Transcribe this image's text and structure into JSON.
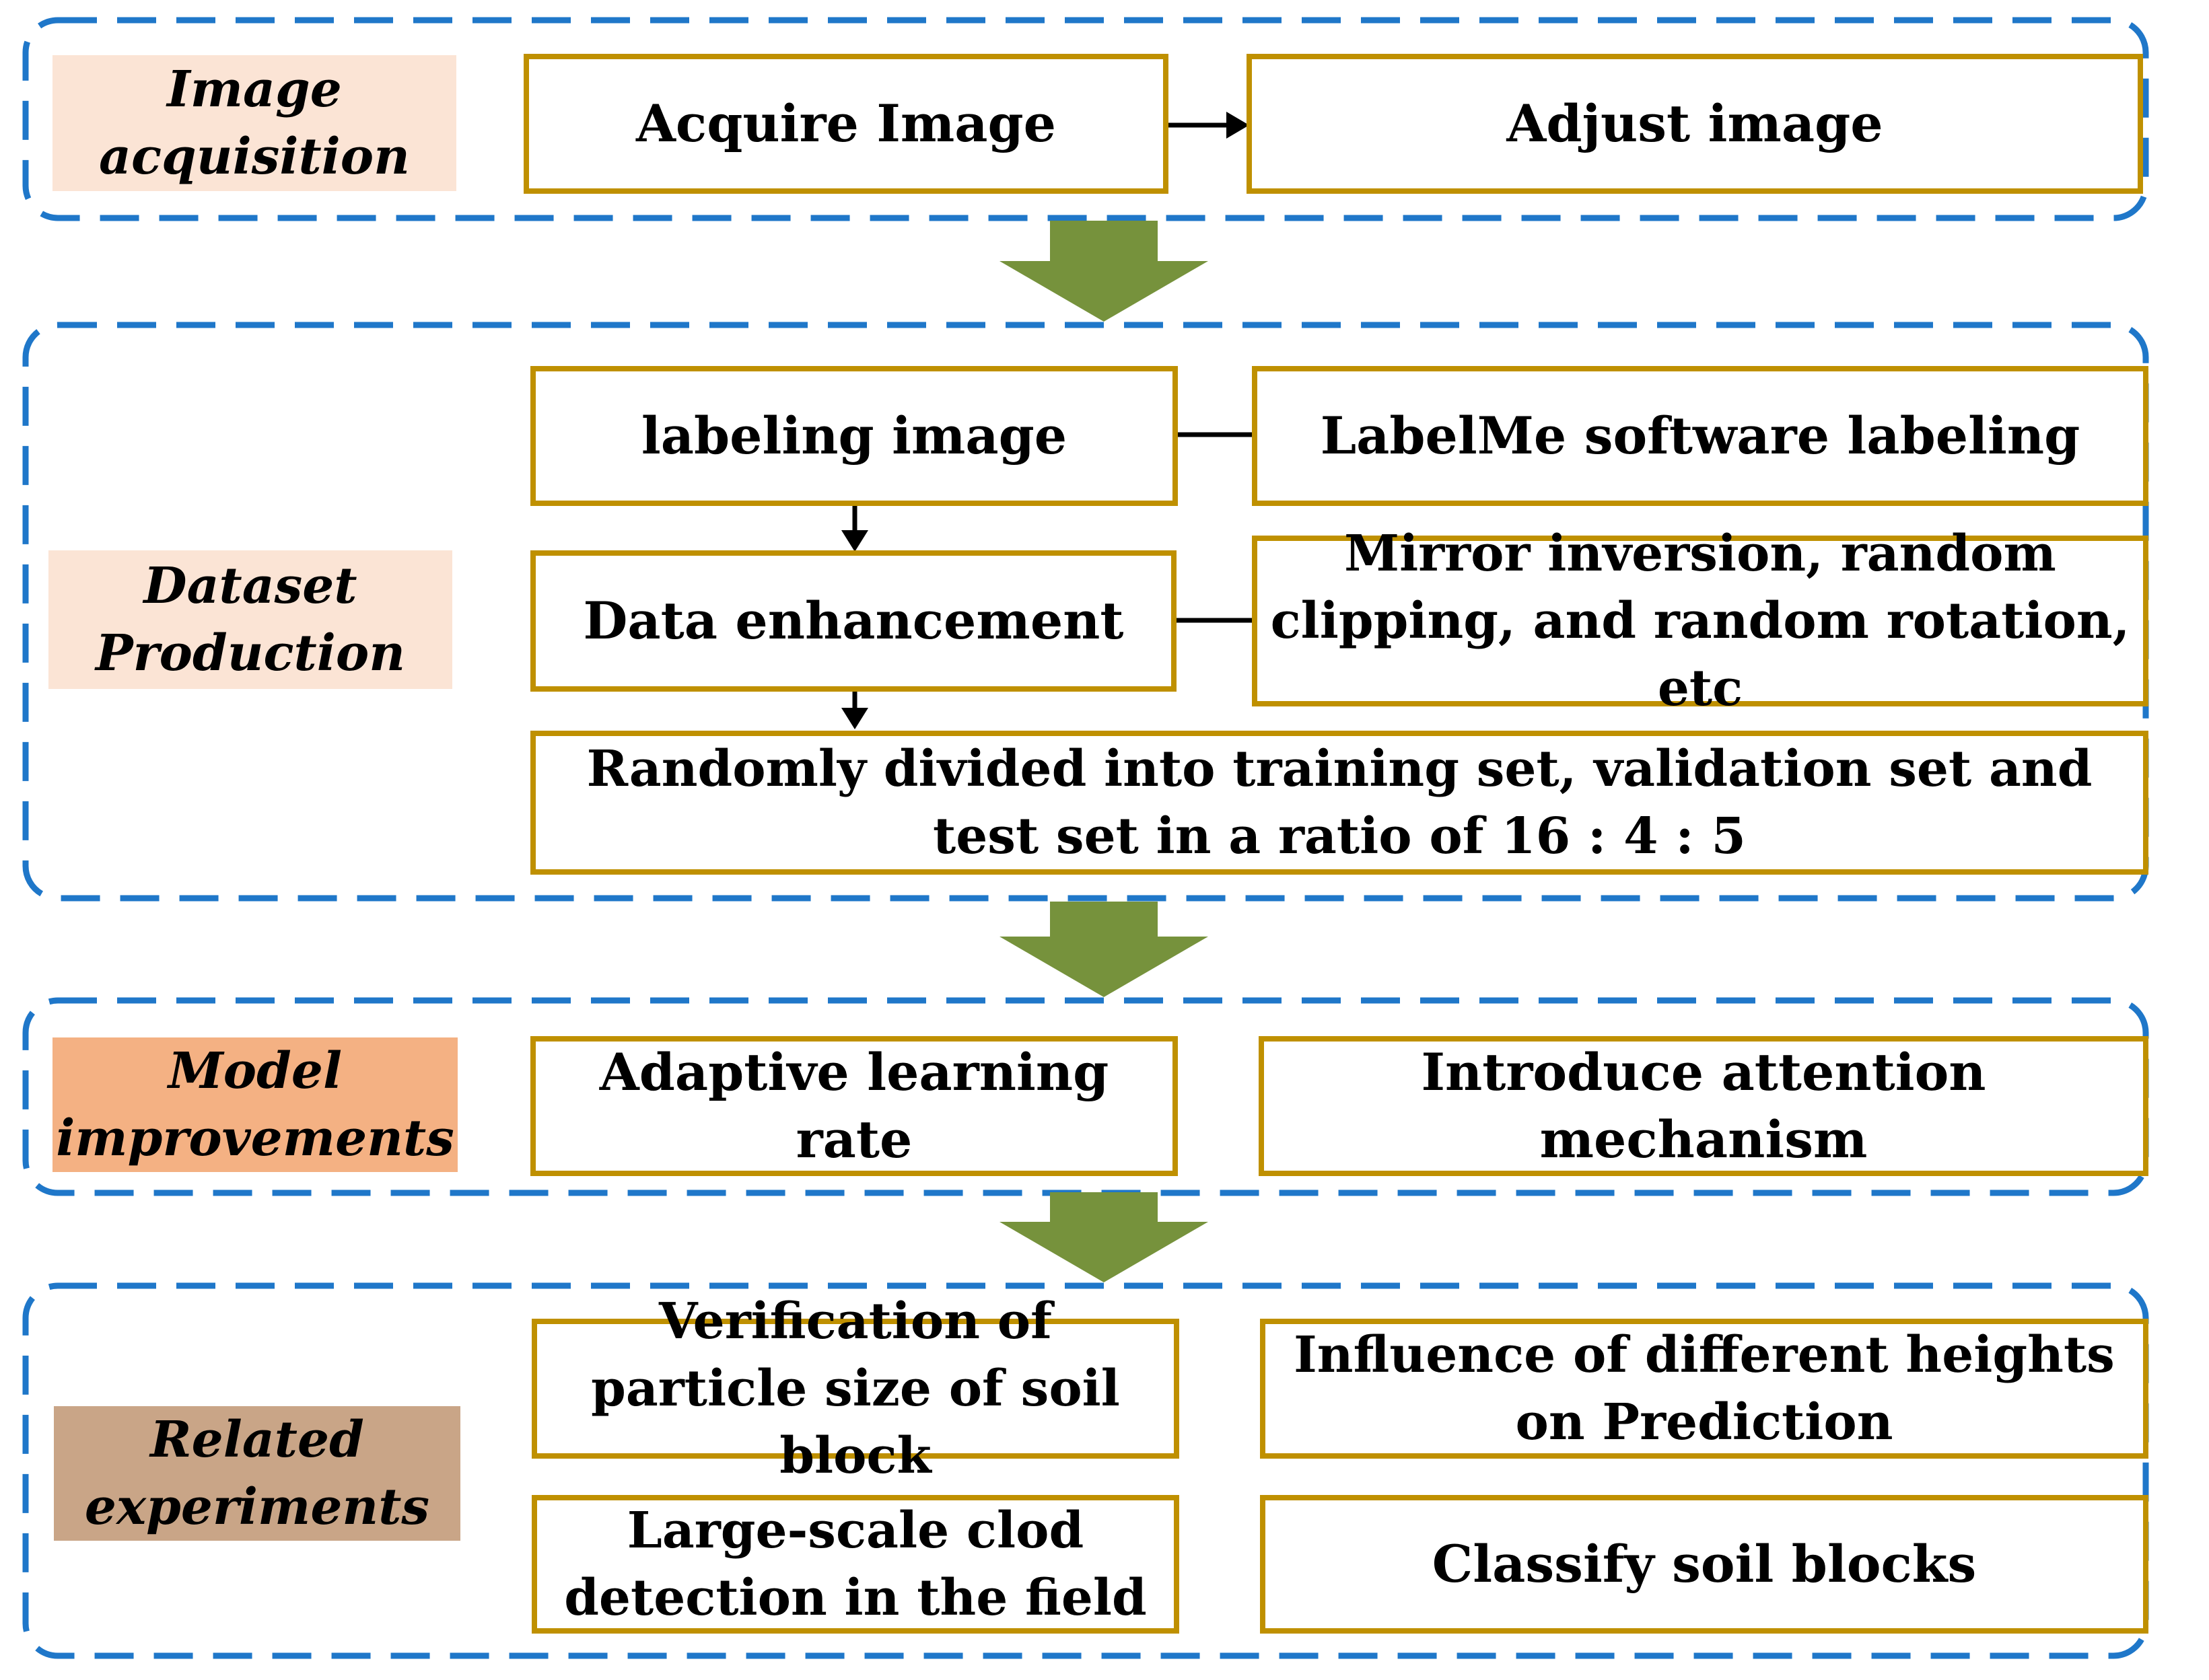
{
  "colors": {
    "section_border": "#1F77C9",
    "box_border": "#BF9000",
    "flow_arrow": "#76923C",
    "label_light": "#FBE4D5",
    "label_orange": "#F4B183",
    "label_brown": "#C9A587"
  },
  "sections": {
    "image_acquisition": {
      "label": "Image\nacquisition",
      "steps": {
        "acquire": "Acquire Image",
        "adjust": "Adjust image"
      }
    },
    "dataset_production": {
      "label": "Dataset\nProduction",
      "steps": {
        "labeling": "labeling image",
        "labelme": "LabelMe software labeling",
        "enhancement": "Data enhancement",
        "enhancement_methods": "Mirror inversion, random clipping, and random rotation, etc",
        "split": "Randomly divided into training set, validation set and test set in a ratio of 16 : 4 : 5"
      }
    },
    "model_improvements": {
      "label": "Model\nimprovements",
      "steps": {
        "adaptive_lr": "Adaptive learning rate",
        "attention": "Introduce attention mechanism"
      }
    },
    "related_experiments": {
      "label": "Related\nexperiments",
      "steps": {
        "particle_size": "Verification of particle size of soil block",
        "heights": "Influence of different heights on Prediction",
        "large_scale": "Large-scale clod detection in the field",
        "classify": "Classify soil blocks"
      }
    }
  }
}
